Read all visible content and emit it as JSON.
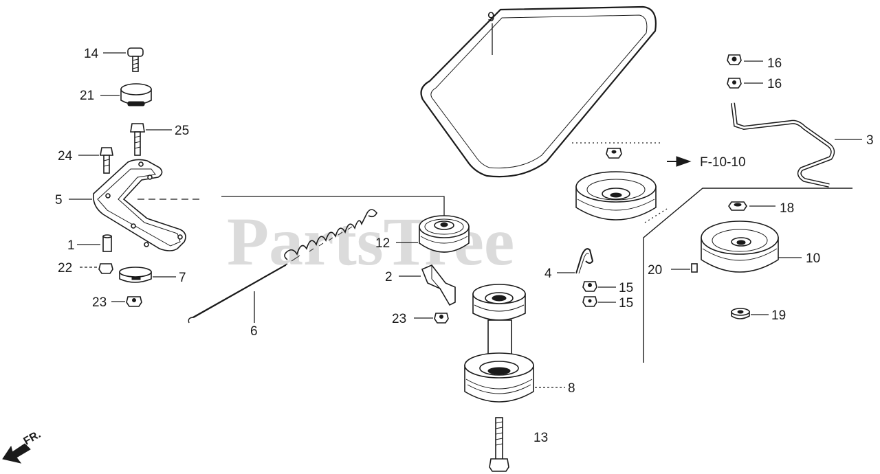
{
  "watermark": "PartsTree",
  "reference": "F-10-10",
  "front_indicator": "FR.",
  "callouts": {
    "c1": "1",
    "c2": "2",
    "c3": "3",
    "c4": "4",
    "c5": "5",
    "c6": "6",
    "c7": "7",
    "c8": "8",
    "c9": "9",
    "c10": "10",
    "c12": "12",
    "c13": "13",
    "c14": "14",
    "c15a": "15",
    "c15b": "15",
    "c16a": "16",
    "c16b": "16",
    "c18": "18",
    "c19": "19",
    "c20": "20",
    "c21": "21",
    "c22": "22",
    "c23a": "23",
    "c23b": "23",
    "c24": "24",
    "c25": "25"
  }
}
